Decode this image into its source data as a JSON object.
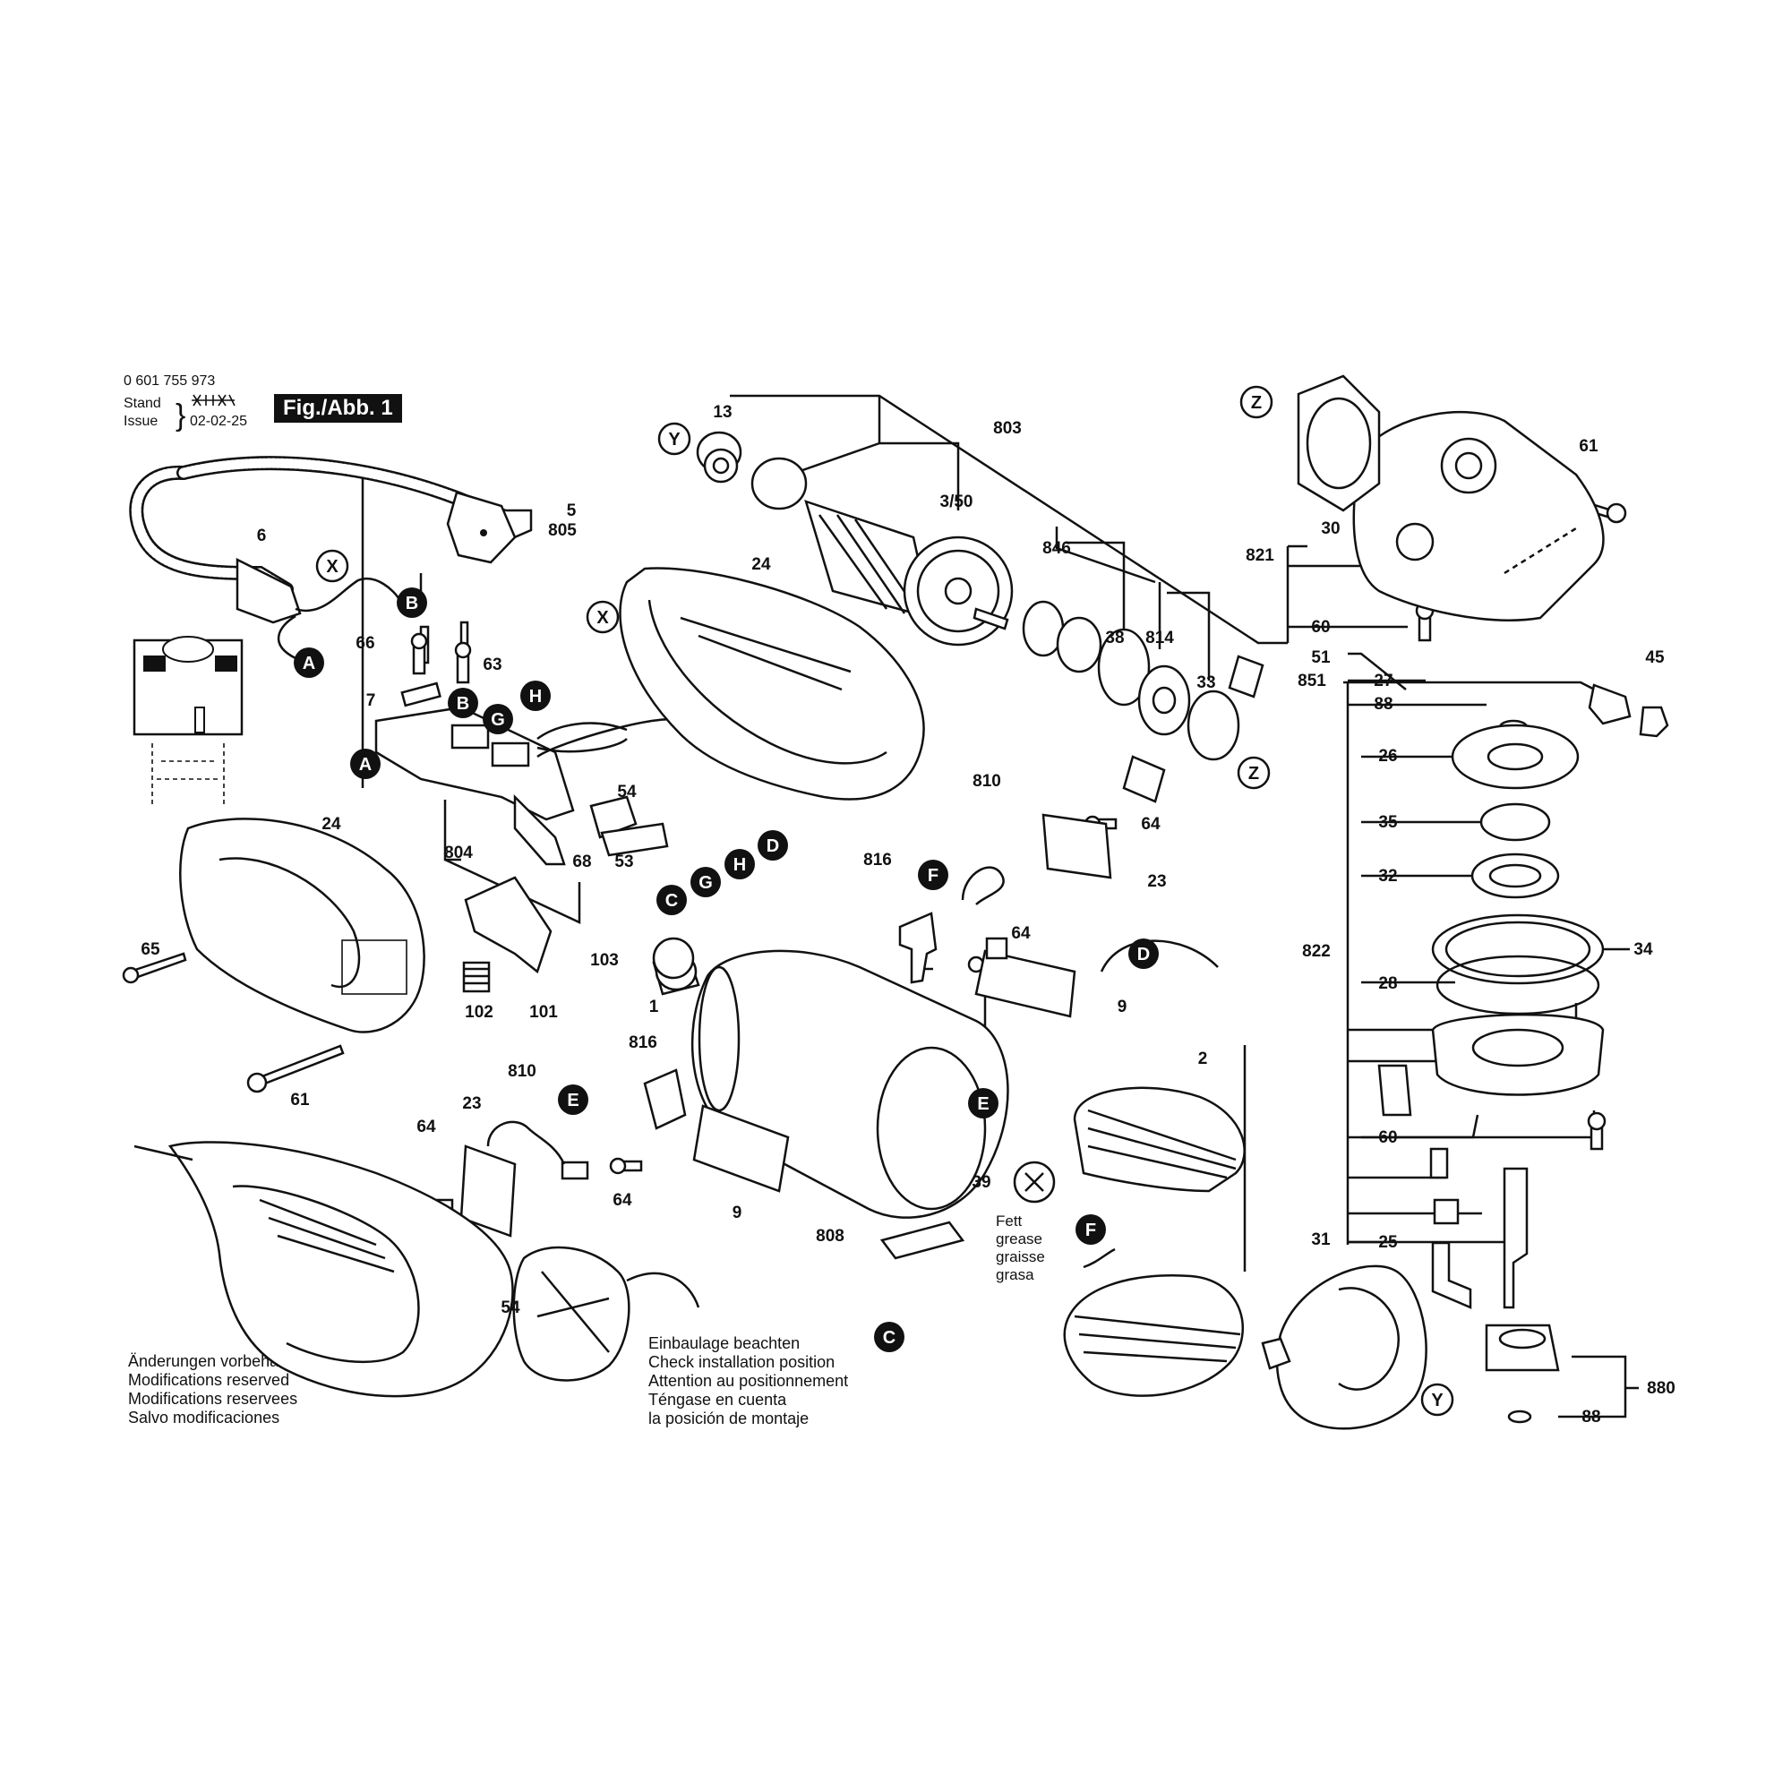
{
  "header": {
    "part_number": "0 601 755 973",
    "stand_label": "Stand",
    "issue_label": "Issue",
    "date": "02-02-25",
    "fig_label": "Fig./Abb. 1"
  },
  "notes": {
    "modifications": [
      "Änderungen vorbehalten",
      "Modifications reserved",
      "Modifications reservees",
      "Salvo modificaciones"
    ],
    "installation": [
      "Einbaulage beachten",
      "Check installation position",
      "Attention au positionnement",
      "Téngase en cuenta",
      "la posición de montaje"
    ],
    "grease": [
      "Fett",
      "grease",
      "graisse",
      "grasa"
    ]
  },
  "labels": {
    "l13": "13",
    "l803": "803",
    "l3_50": "3/50",
    "l24a": "24",
    "l846": "846",
    "l38": "38",
    "l814": "814",
    "l33": "33",
    "l30": "30",
    "l61a": "61",
    "l821": "821",
    "l60a": "60",
    "l51": "51",
    "l851": "851",
    "l27": "27",
    "l88a": "88",
    "l45": "45",
    "l26": "26",
    "l35": "35",
    "l32": "32",
    "l822": "822",
    "l34": "34",
    "l28": "28",
    "l60b": "60",
    "l25": "25",
    "l31": "31",
    "l880": "880",
    "l88b": "88",
    "l5": "5",
    "l805": "805",
    "l6": "6",
    "l66": "66",
    "l63": "63",
    "l7": "7",
    "l54a": "54",
    "l804": "804",
    "l68": "68",
    "l53": "53",
    "l24b": "24",
    "l65": "65",
    "l102": "102",
    "l101": "101",
    "l61b": "61",
    "l810a": "810",
    "l64a": "64",
    "l23a": "23",
    "l816a": "816",
    "l64b": "64",
    "l103": "103",
    "l9a": "9",
    "l1": "1",
    "l816b": "816",
    "l810b": "810",
    "l23b": "23",
    "l64c": "64",
    "l64d": "64",
    "l9b": "9",
    "l2": "2",
    "l39": "39",
    "l808": "808",
    "l54b": "54"
  },
  "refs": {
    "A": "A",
    "B": "B",
    "C": "C",
    "D": "D",
    "E": "E",
    "F": "F",
    "G": "G",
    "H": "H",
    "X": "X",
    "Y": "Y",
    "Z": "Z"
  }
}
